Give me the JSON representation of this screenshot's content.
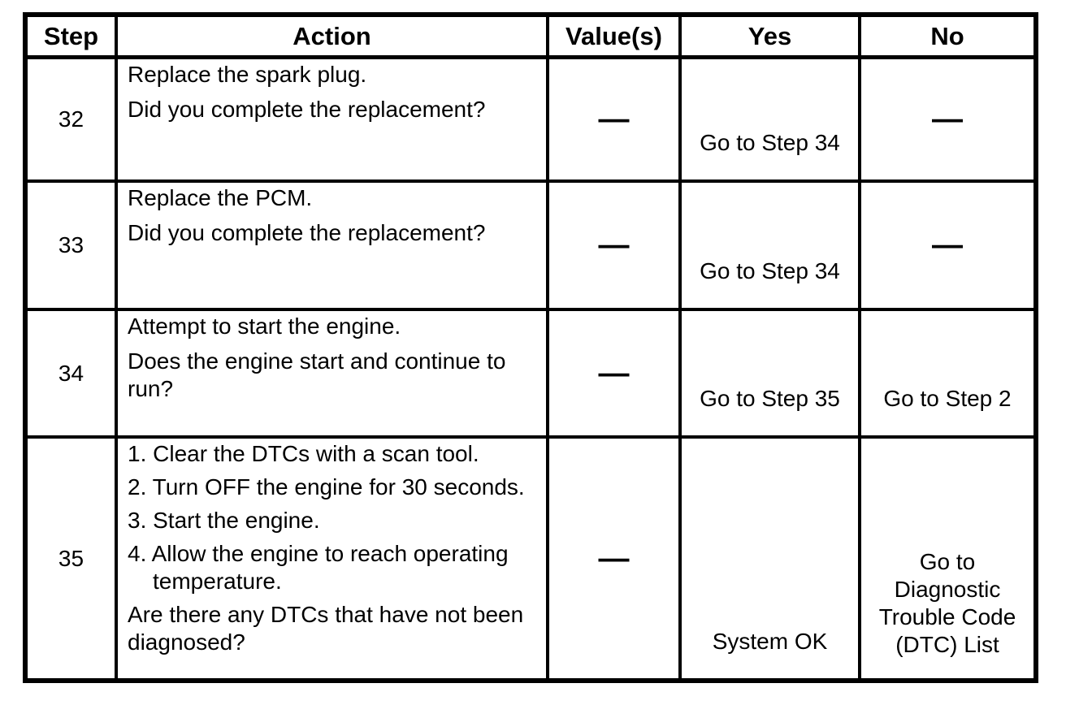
{
  "header": {
    "step": "Step",
    "action": "Action",
    "values": "Value(s)",
    "yes": "Yes",
    "no": "No"
  },
  "rows": [
    {
      "step": "32",
      "action": [
        "Replace the spark plug.",
        "Did you complete the replacement?"
      ],
      "values": "—",
      "yes": "Go to Step 34",
      "no": "—"
    },
    {
      "step": "33",
      "action": [
        "Replace the PCM.",
        "Did you complete the replacement?"
      ],
      "values": "—",
      "yes": "Go to Step 34",
      "no": "—"
    },
    {
      "step": "34",
      "action": [
        "Attempt to start the engine.",
        "Does the engine start and continue to run?"
      ],
      "values": "—",
      "yes": "Go to Step 35",
      "no": "Go to Step 2"
    },
    {
      "step": "35",
      "action": [
        "1. Clear the DTCs with a scan tool.",
        "2. Turn OFF the engine for 30 seconds.",
        "3. Start the engine.",
        "4. Allow the engine to reach operating temperature.",
        "Are there any DTCs that have not been diagnosed?"
      ],
      "values": "—",
      "yes": "System OK",
      "no": "Go to Diagnostic Trouble Code (DTC) List"
    }
  ],
  "colors": {
    "border": "#000000",
    "text": "#000000",
    "background": "#ffffff"
  }
}
